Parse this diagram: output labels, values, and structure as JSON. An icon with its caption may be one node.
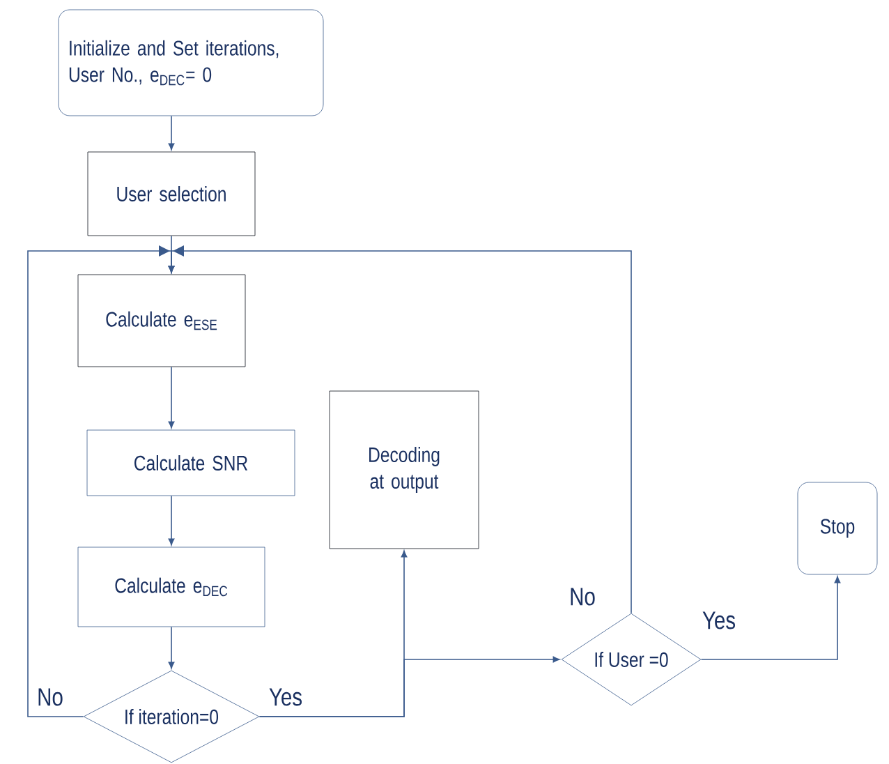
{
  "diagram": {
    "nodes": [
      {
        "text": [
          "Initialize and Set iterations, User No., e$_{DEC}$= 0"
        ]
      },
      {
        "text": [
          "User selection"
        ]
      },
      {
        "text": [
          "Calculate e$_{ESE}$"
        ]
      },
      {
        "text": [
          "Calculate SNR"
        ]
      },
      {
        "text": [
          "Calculate  e$_{DEC}$"
        ]
      },
      {
        "text": [
          "If iteration=0"
        ]
      },
      {
        "text": [
          "Decoding at output"
        ]
      },
      {
        "text": [
          "If User =0"
        ]
      },
      {
        "text": [
          "Stop"
        ]
      }
    ],
    "edges": [
      {
        "from": 0,
        "to": 1,
        "arrow": "to"
      },
      {
        "from": 1,
        "to": 2,
        "arrow": "to"
      },
      {
        "from": 2,
        "to": 3,
        "arrow": "to"
      },
      {
        "from": 3,
        "to": 4,
        "arrow": "to"
      },
      {
        "from": 4,
        "to": 5,
        "arrow": "to"
      },
      {
        "from": 5,
        "to": 2,
        "arrow": "to",
        "label": "No"
      },
      {
        "from": 5,
        "to": 6,
        "arrow": "to",
        "label": "Yes"
      },
      {
        "from": 5,
        "to": 7,
        "arrow": "to"
      },
      {
        "from": 7,
        "to": 2,
        "arrow": "to",
        "label": "No"
      },
      {
        "from": 7,
        "to": 8,
        "arrow": "to",
        "label": "Yes"
      }
    ]
  }
}
